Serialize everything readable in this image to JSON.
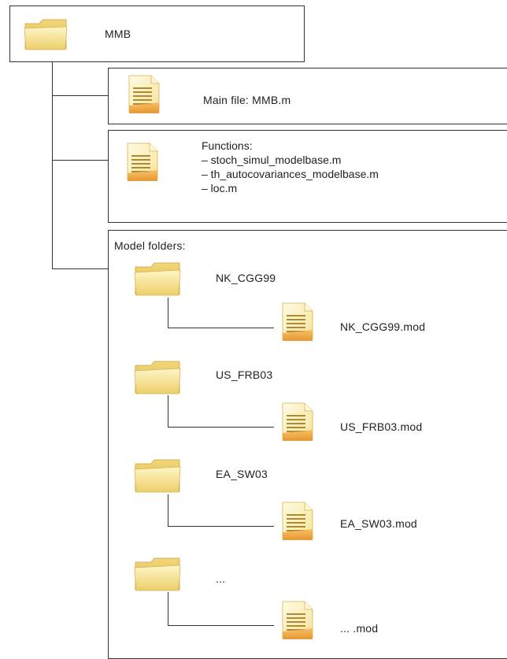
{
  "root": {
    "label": "MMB",
    "icon": "folder-icon"
  },
  "main_file": {
    "label": "Main file: MMB.m",
    "icon": "file-icon"
  },
  "functions": {
    "title": "Functions:",
    "items": [
      "– stoch_simul_modelbase.m",
      "– th_autocovariances_modelbase.m",
      "– loc.m"
    ],
    "icon": "file-icon"
  },
  "model_folders": {
    "title": "Model folders:",
    "folders": [
      {
        "name": "NK_CGG99",
        "file": "NK_CGG99.mod"
      },
      {
        "name": "US_FRB03",
        "file": "US_FRB03.mod"
      },
      {
        "name": "EA_SW03",
        "file": "EA_SW03.mod"
      },
      {
        "name": "...",
        "file": "... .mod"
      }
    ]
  },
  "colors": {
    "line": "#333333",
    "folder_light": "#fbeea6",
    "folder_dark": "#e9c95c",
    "file_orange": "#f0a43a",
    "file_paper": "#fdf3c4"
  }
}
